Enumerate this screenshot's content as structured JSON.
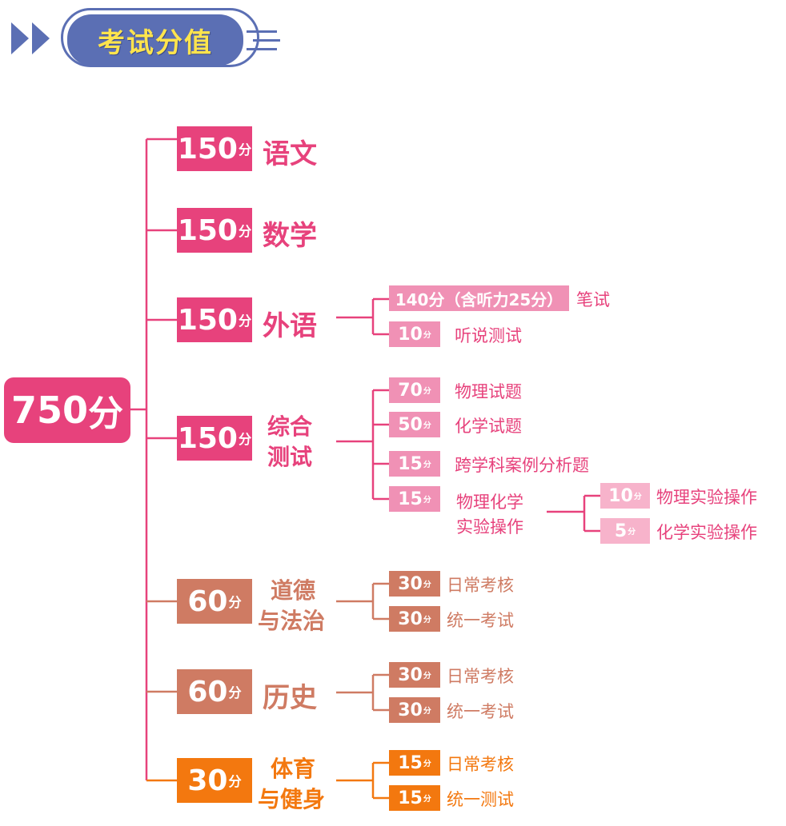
{
  "header": {
    "title": "考试分值"
  },
  "root": {
    "score": "750",
    "unit": "分"
  },
  "subjects": [
    {
      "score": "150",
      "unit": "分",
      "name": "语文"
    },
    {
      "score": "150",
      "unit": "分",
      "name": "数学"
    },
    {
      "score": "150",
      "unit": "分",
      "name": "外语",
      "parts": [
        {
          "score": "140分（含听力25分）",
          "name": "笔试"
        },
        {
          "score": "10",
          "unit": "分",
          "name": "听说测试"
        }
      ]
    },
    {
      "score": "150",
      "unit": "分",
      "name_line1": "综合",
      "name_line2": "测试",
      "parts": [
        {
          "score": "70",
          "unit": "分",
          "name": "物理试题"
        },
        {
          "score": "50",
          "unit": "分",
          "name": "化学试题"
        },
        {
          "score": "15",
          "unit": "分",
          "name": "跨学科案例分析题"
        },
        {
          "score": "15",
          "unit": "分",
          "name_line1": "物理化学",
          "name_line2": "实验操作",
          "parts": [
            {
              "score": "10",
              "unit": "分",
              "name": "物理实验操作"
            },
            {
              "score": "5",
              "unit": "分",
              "name": "化学实验操作"
            }
          ]
        }
      ]
    },
    {
      "score": "60",
      "unit": "分",
      "name_line1": "道德",
      "name_line2": "与法治",
      "parts": [
        {
          "score": "30",
          "unit": "分",
          "name": "日常考核"
        },
        {
          "score": "30",
          "unit": "分",
          "name": "统一考试"
        }
      ]
    },
    {
      "score": "60",
      "unit": "分",
      "name": "历史",
      "parts": [
        {
          "score": "30",
          "unit": "分",
          "name": "日常考核"
        },
        {
          "score": "30",
          "unit": "分",
          "name": "统一考试"
        }
      ]
    },
    {
      "score": "30",
      "unit": "分",
      "name_line1": "体育",
      "name_line2": "与健身",
      "parts": [
        {
          "score": "15",
          "unit": "分",
          "name": "日常考核"
        },
        {
          "score": "15",
          "unit": "分",
          "name": "统一测试"
        }
      ]
    }
  ],
  "colors": {
    "header": "#5b6fb4",
    "header_text": "#ffe44d",
    "pink": "#e7427c",
    "pink_light": "#f091b5",
    "pink_pale": "#f7b3cb",
    "brown": "#cf7b63",
    "orange": "#f3780f"
  }
}
